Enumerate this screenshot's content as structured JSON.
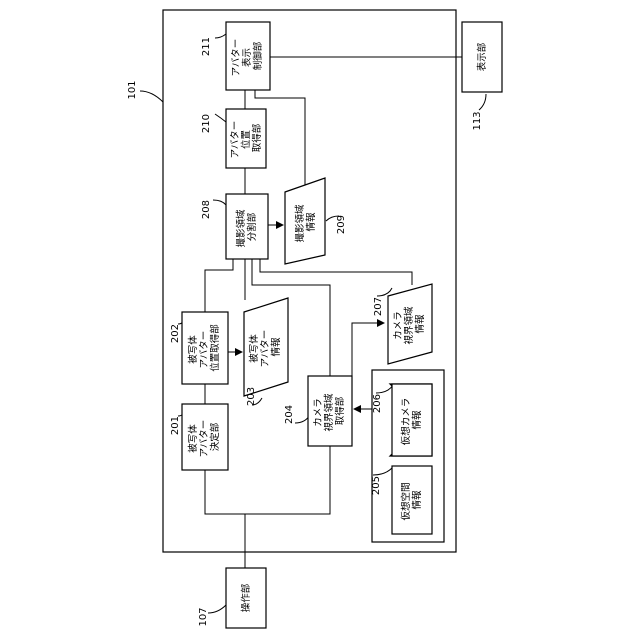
{
  "refs": {
    "r101": "101",
    "r107": "107",
    "r113": "113",
    "r201": "201",
    "r202": "202",
    "r203": "203",
    "r204": "204",
    "r205": "205",
    "r206": "206",
    "r207": "207",
    "r208": "208",
    "r209": "209",
    "r210": "210",
    "r211": "211"
  },
  "blocks": {
    "b201": [
      "被写体",
      "アバター",
      "決定部"
    ],
    "b202": [
      "被写体",
      "アバター",
      "位置取得部"
    ],
    "b203": [
      "被写体",
      "アバター",
      "情報"
    ],
    "b204": [
      "カメラ",
      "視界領域",
      "取得部"
    ],
    "b205": [
      "仮想空間",
      "情報"
    ],
    "b206": [
      "仮想カメラ",
      "情報"
    ],
    "b207": [
      "カメラ",
      "視界領域",
      "情報"
    ],
    "b208": [
      "撮影領域",
      "分割部"
    ],
    "b209": [
      "撮影領域",
      "情報"
    ],
    "b210": [
      "アバター",
      "位置",
      "取得部"
    ],
    "b211": [
      "アバター",
      "表示",
      "制御部"
    ],
    "b107": [
      "操作部"
    ],
    "b113": [
      "表示部"
    ]
  }
}
